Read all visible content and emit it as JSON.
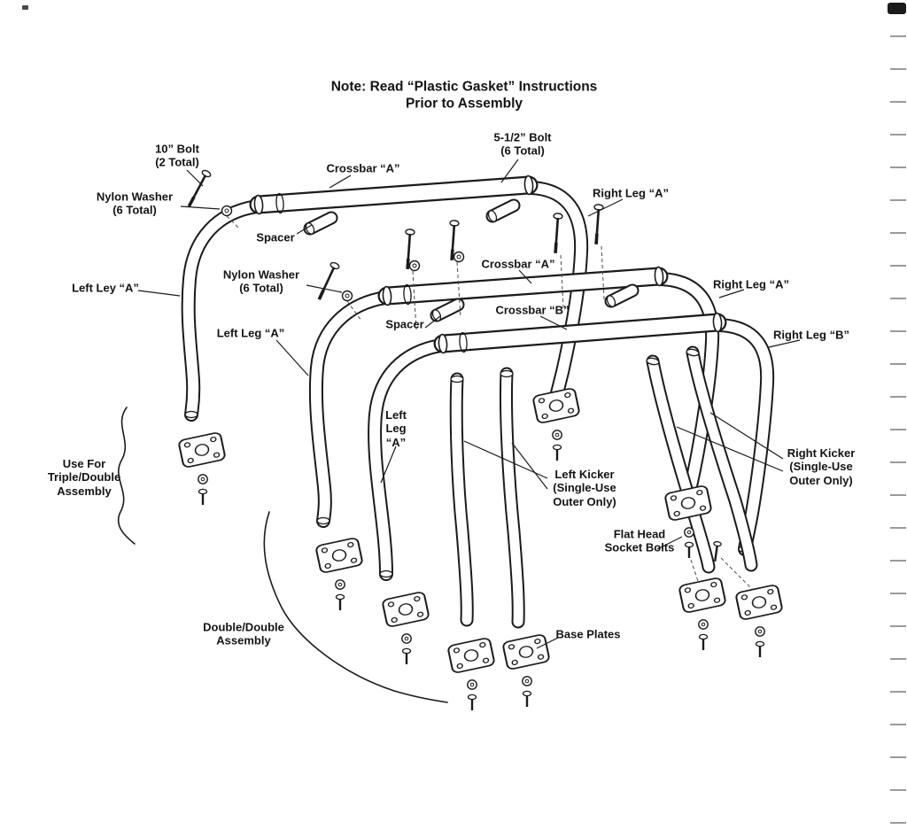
{
  "page": {
    "background": "#ffffff",
    "ink": "#1b1b1b"
  },
  "title": "Note: Read “Plastic Gasket” Instructions\nPrior to Assembly",
  "labels": {
    "bolt_10": "10” Bolt\n(2 Total)",
    "bolt_5_5": "5-1/2” Bolt\n(6 Total)",
    "crossbar_a_top": "Crossbar “A”",
    "nylon_washer_top": "Nylon Washer\n(6 Total)",
    "right_leg_a_top": "Right Leg “A”",
    "spacer_top": "Spacer",
    "crossbar_a_mid": "Crossbar “A”",
    "nylon_washer_mid": "Nylon Washer\n(6 Total)",
    "left_ley_a": "Left Ley “A”",
    "right_leg_a_mid": "Right Leg “A”",
    "crossbar_b": "Crossbar “B”",
    "spacer_mid": "Spacer",
    "left_leg_a_mid": "Left Leg “A”",
    "right_leg_b": "Right Leg “B”",
    "left_leg_a_lower": "Left\nLeg\n“A”",
    "use_for_triple": "Use For\nTriple/Double\nAssembly",
    "left_kicker": "Left Kicker\n(Single-Use\nOuter Only)",
    "right_kicker": "Right Kicker\n(Single-Use\nOuter Only)",
    "flat_head": "Flat Head\nSocket Bolts",
    "double_double": "Double/Double\nAssembly",
    "base_plates": "Base Plates"
  }
}
